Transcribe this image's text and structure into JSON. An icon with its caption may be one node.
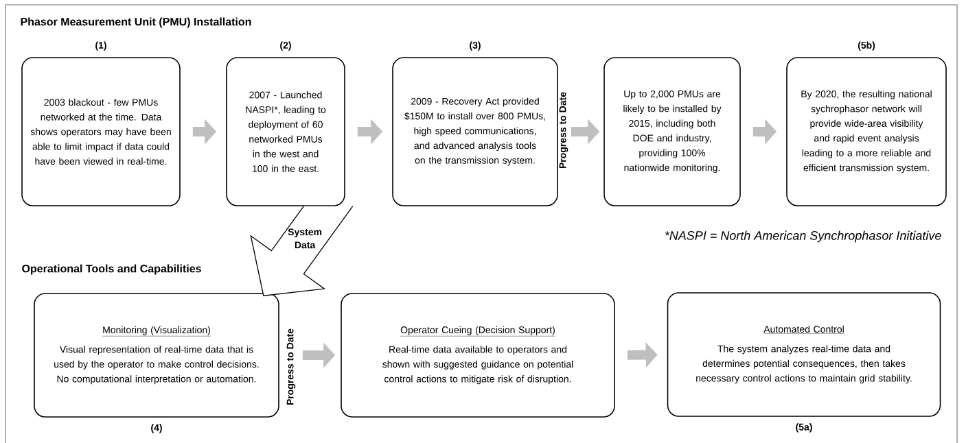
{
  "diagram": {
    "title": "Phasor Measurement Unit (PMU) Installation",
    "nodes": [
      {
        "text": [
          "2003 blackout - few PMUs networked at the time.  Data shows operators may have been able to limit impact if data could have been viewed in real-time."
        ],
        "beside": [
          "(1)"
        ]
      },
      {
        "text": [
          "2007 - Launched NASPI*, leading to deployment of 60 networked PMUs in the west and 100 in the east."
        ],
        "beside": [
          "(2)"
        ]
      },
      {
        "text": [
          "2009 - Recovery Act provided $150M to install over 800 PMUs, high speed communications, and advanced analysis tools on the transmission system."
        ],
        "beside": [
          "(3)"
        ]
      },
      {
        "text": [
          "Up to 2,000 PMUs are likely to be installed by 2015, including both DOE and industry, providing 100% nationwide monitoring."
        ]
      },
      {
        "text": [
          "By 2020, the resulting national sychrophasor network will provide wide-area visibility and rapid event analysis leading to a more reliable and efficient transmission system."
        ],
        "beside": [
          "(5b)"
        ]
      },
      {
        "text": [
          "Monitoring (Visualization)",
          "Visual representation of real-time data that is used by the operator to make control decisions.  No computational interpretation or automation."
        ],
        "beside": [
          "(4)"
        ]
      },
      {
        "text": [
          "Operator Cueing  (Decision Support)",
          "Real-time data available to operators and shown with suggested guidance on potential control actions to mitigate risk of disruption."
        ]
      },
      {
        "text": [
          "Automated Control",
          "The system analyzes real-time data and determines potential consequences, then takes necessary control actions to maintain grid stability."
        ],
        "beside": [
          "(5a)"
        ]
      }
    ],
    "edges": [
      {
        "from": 0,
        "to": 1,
        "arrow": "to"
      },
      {
        "from": 1,
        "to": 2,
        "arrow": "to"
      },
      {
        "from": 2,
        "to": 3,
        "arrow": "to"
      },
      {
        "from": 3,
        "to": 4,
        "arrow": "to"
      },
      {
        "from": 1,
        "to": 5,
        "arrow": "to",
        "label": "System Data",
        "style": "thick",
        "color": "#000000"
      },
      {
        "from": 5,
        "to": 6,
        "arrow": "to"
      },
      {
        "from": 6,
        "to": 7,
        "arrow": "to"
      }
    ],
    "labels": [
      "Progress to Date",
      "*NASPI = North American Synchrophasor Initiative",
      "Operational Tools and Capabilities",
      "Progress to Date"
    ]
  }
}
